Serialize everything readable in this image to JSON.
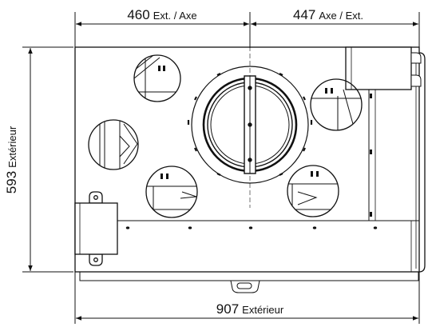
{
  "dimensions": {
    "top_left": {
      "value": "460",
      "label": "Ext. / Axe"
    },
    "top_right": {
      "value": "447",
      "label": "Axe  / Ext."
    },
    "left": {
      "value": "593",
      "label": "Extérieur"
    },
    "bottom": {
      "value": "907",
      "label": "Extérieur"
    }
  }
}
